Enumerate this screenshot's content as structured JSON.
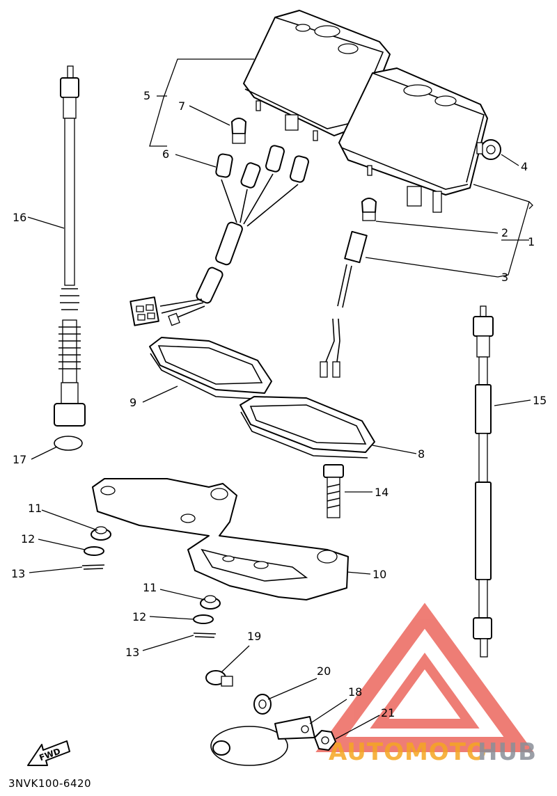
{
  "diagram_code": "3NVK100-6420",
  "fwd_label": "FWD",
  "callouts": {
    "c1": "1",
    "c2": "2",
    "c3": "3",
    "c4": "4",
    "c5": "5",
    "c6": "6",
    "c7": "7",
    "c8": "8",
    "c9": "9",
    "c10": "10",
    "c11a": "11",
    "c11b": "11",
    "c12a": "12",
    "c12b": "12",
    "c13a": "13",
    "c13b": "13",
    "c14": "14",
    "c15": "15",
    "c16": "16",
    "c17": "17",
    "c18": "18",
    "c19": "19",
    "c20": "20",
    "c21": "21"
  },
  "watermark": {
    "part1": "AUTOMOTO",
    "part2": "HUB",
    "color1": "#f5a623",
    "color2": "#8a8f98",
    "triangle_color": "#e8473c"
  }
}
